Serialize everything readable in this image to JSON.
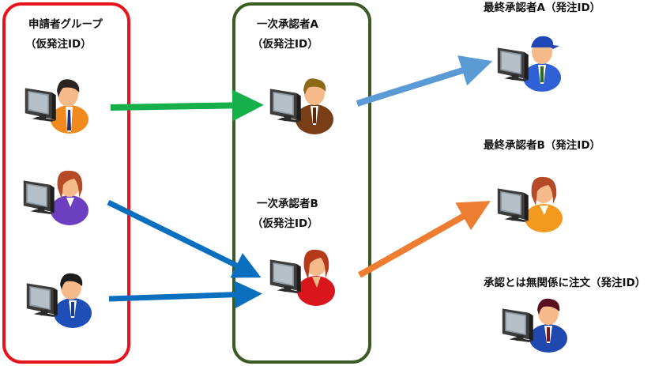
{
  "groups": {
    "applicant": {
      "title": "申請者グループ",
      "subtitle": "（仮発注ID）",
      "border_color": "#e8141b"
    },
    "first_approver": {
      "border_color": "#3a5a26"
    }
  },
  "labels": {
    "first_a_title": "一次承認者A",
    "first_a_sub": "（仮発注ID）",
    "first_b_title": "一次承認者B",
    "first_b_sub": "（仮発注ID）",
    "final_a": "最終承認者A（発注ID）",
    "final_b": "最終承認者B（発注ID）",
    "unrelated": "承認とは無関係に注文（発注ID）"
  },
  "people": [
    {
      "id": "applicant-1",
      "icon": "man-orange-shirt"
    },
    {
      "id": "applicant-2",
      "icon": "woman-purple-shirt"
    },
    {
      "id": "applicant-3",
      "icon": "man-blue-suit"
    },
    {
      "id": "first-approver-a",
      "icon": "man-brown-suit"
    },
    {
      "id": "first-approver-b",
      "icon": "woman-red-shirt"
    },
    {
      "id": "final-approver-a",
      "icon": "man-blue-cap"
    },
    {
      "id": "final-approver-b",
      "icon": "woman-orange-shirt"
    },
    {
      "id": "unrelated-orderer",
      "icon": "man-blue-suit-dark-hair"
    }
  ],
  "arrow_colors": {
    "green": "#16b04a",
    "blue": "#0b6fc0",
    "light_blue": "#5b9bd5",
    "orange": "#ed7d31"
  }
}
